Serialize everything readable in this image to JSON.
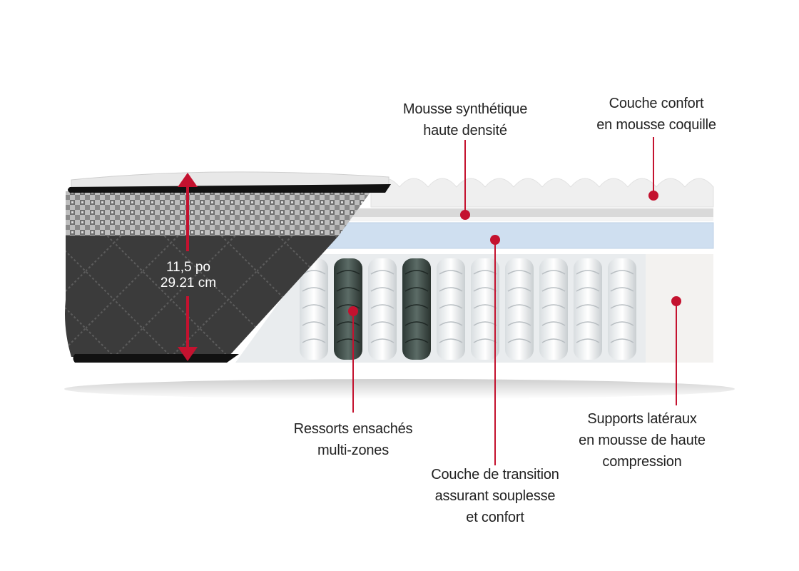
{
  "dimension": {
    "inches": "11,5 po",
    "centimeters": "29.21 cm"
  },
  "callouts": {
    "foam_high_density": {
      "line1": "Mousse synthétique",
      "line2": "haute densité"
    },
    "comfort_layer": {
      "line1": "Couche confort",
      "line2": "en mousse coquille"
    },
    "pocket_springs": {
      "line1": "Ressorts ensachés",
      "line2": "multi-zones"
    },
    "transition_layer": {
      "line1": "Couche de transition",
      "line2": "assurant souplesse",
      "line3": "et confort"
    },
    "side_supports": {
      "line1": "Supports latéraux",
      "line2": "en mousse de haute",
      "line3": "compression"
    }
  },
  "colors": {
    "marker_red": "#c4122f",
    "border_black": "#111111",
    "cover_dark": "#3a3a3a",
    "gel_blue": "#cfdff0"
  }
}
